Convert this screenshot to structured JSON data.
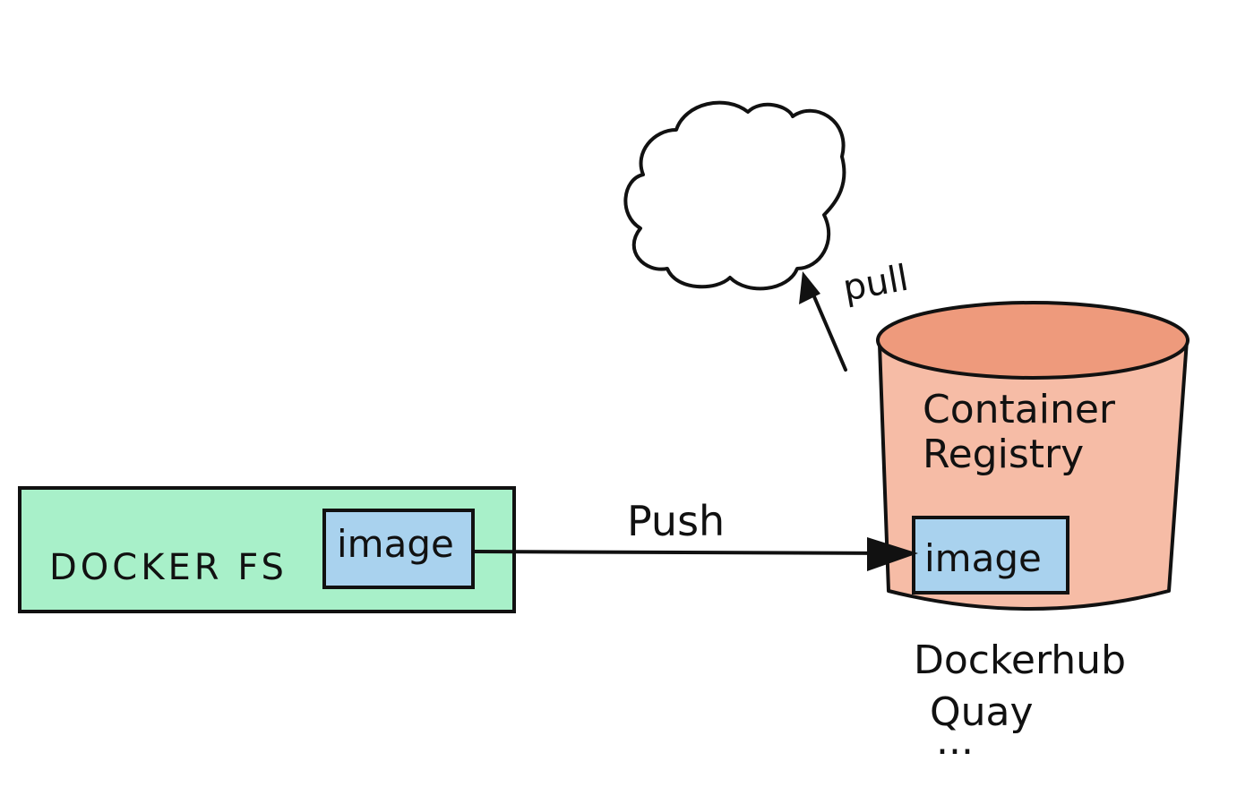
{
  "colors": {
    "docker_fs_fill": "#a8f0c9",
    "image_fill": "#a9d2ee",
    "registry_fill": "#f6bca6",
    "registry_top_fill": "#ee9a7c",
    "ink": "#111111"
  },
  "docker_fs": {
    "label": "DOCKER FS",
    "image_label": "image"
  },
  "registry": {
    "title_line1": "Container",
    "title_line2": "Registry",
    "image_label": "image"
  },
  "providers": {
    "line1": "Dockerhub",
    "line2": "Quay",
    "line3": "..."
  },
  "edges": {
    "push_label": "Push",
    "pull_label": "pull"
  }
}
